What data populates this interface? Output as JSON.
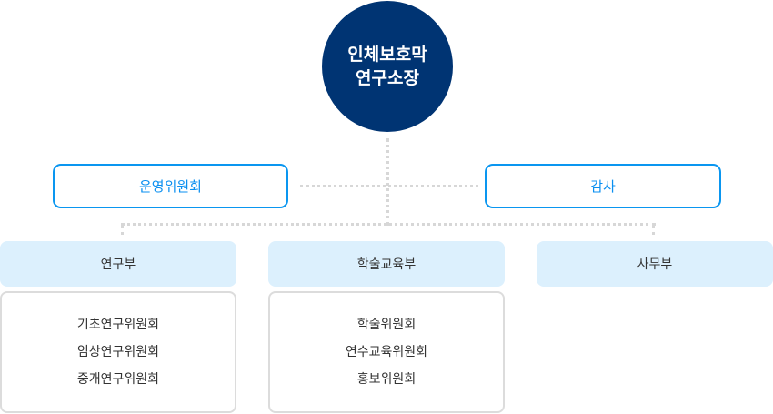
{
  "root": {
    "line1": "인체보호막",
    "line2": "연구소장"
  },
  "staff": [
    {
      "label": "운영위원회"
    },
    {
      "label": "감사"
    }
  ],
  "departments": [
    {
      "label": "연구부",
      "subunits": [
        "기초연구위원회",
        "임상연구위원회",
        "중개연구위원회"
      ]
    },
    {
      "label": "학술교육부",
      "subunits": [
        "학술위원회",
        "연수교육위원회",
        "홍보위원회"
      ]
    },
    {
      "label": "사무부",
      "subunits": []
    }
  ],
  "colors": {
    "root_fill": "#003473",
    "staff_border": "#0a96f0",
    "dept_fill": "#dcf0fd",
    "sub_border": "#dcdcdc",
    "connector": "#d7d7d7"
  }
}
